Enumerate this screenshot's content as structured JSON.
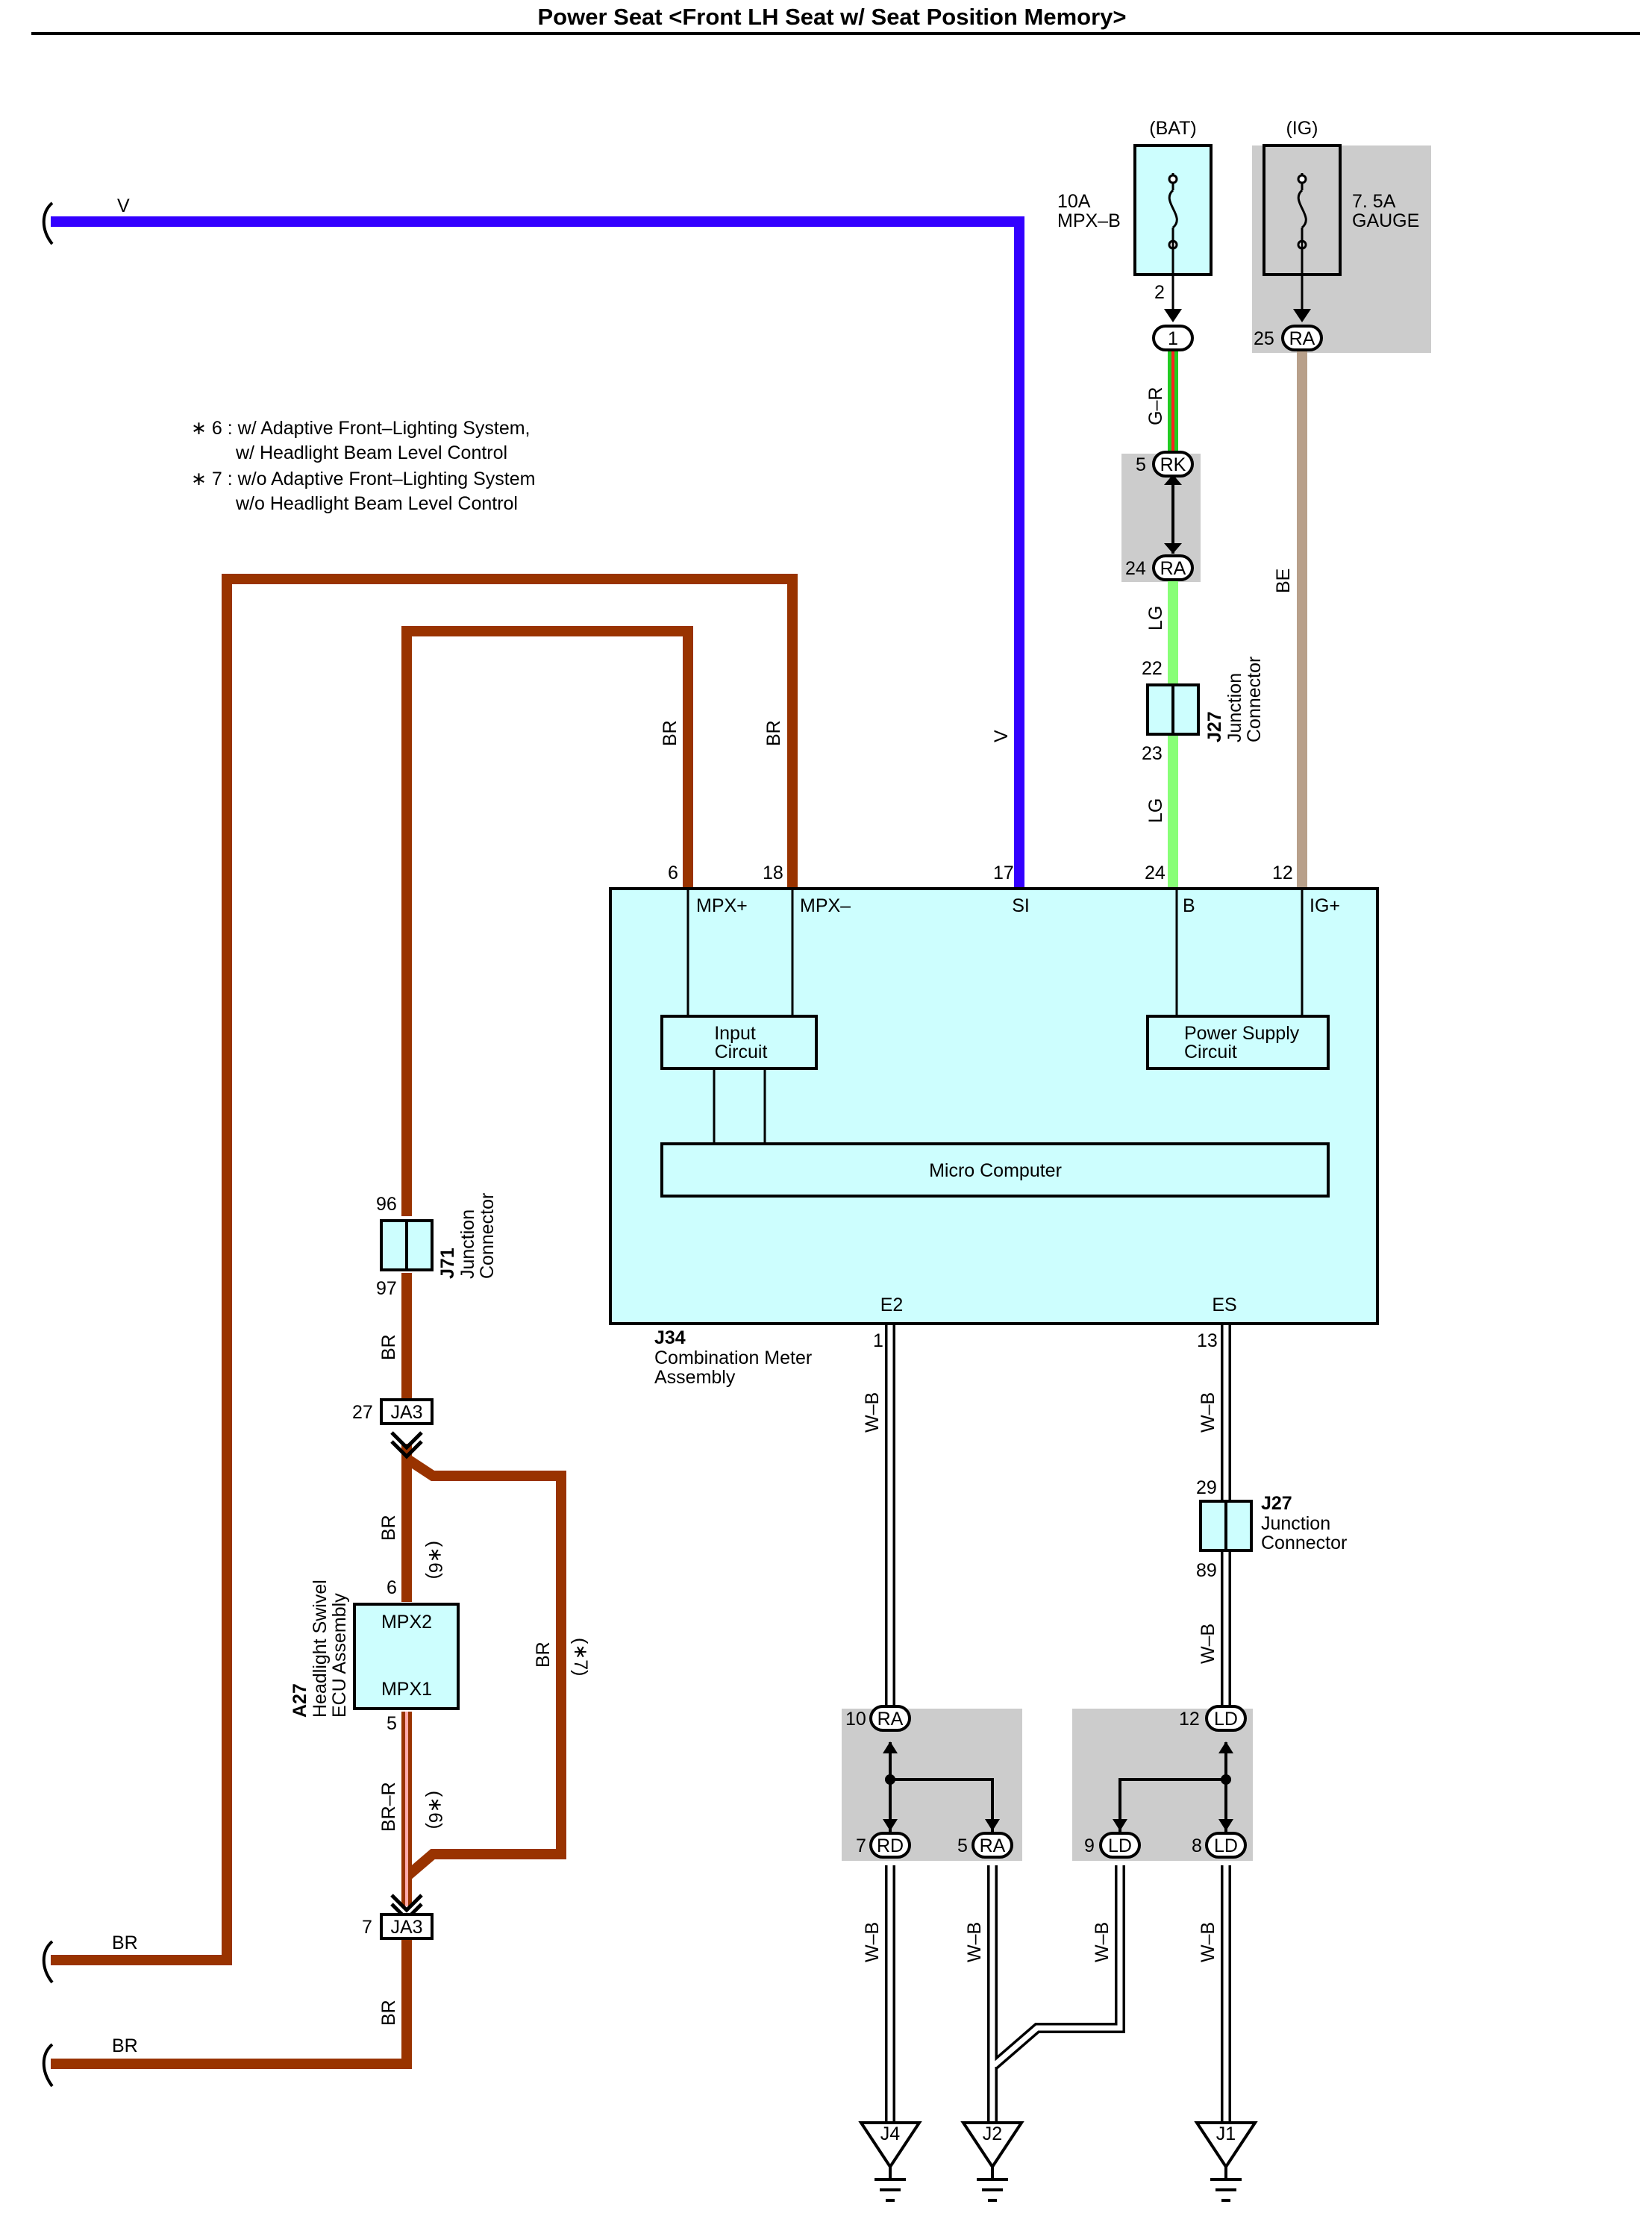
{
  "title": "Power Seat <Front LH Seat w/ Seat Position Memory>",
  "colors": {
    "V": "#3300ff",
    "BR": "#993300",
    "LG": "#88ff77",
    "BE": "#b8a08a",
    "W-B": "#ffffff",
    "component_fill": "#cdfefe",
    "shade": "#cccccc"
  },
  "notes": {
    "n6a": "∗ 6 : w/ Adaptive Front–Lighting System,",
    "n6b": "w/ Headlight Beam Level Control",
    "n7a": "∗ 7 : w/o Adaptive Front–Lighting System",
    "n7b": "w/o Headlight Beam Level Control"
  },
  "fuses": {
    "bat": {
      "source": "(BAT)",
      "rating": "10A",
      "name": "MPX–B",
      "pin": "2"
    },
    "ig": {
      "source": "(IG)",
      "rating": "7. 5A",
      "name": "GAUGE"
    }
  },
  "connectors": {
    "c1": {
      "pin": "1"
    },
    "ra25": {
      "pin": "25",
      "code": "RA"
    },
    "rk5": {
      "pin": "5",
      "code": "RK"
    },
    "ra24": {
      "pin": "24",
      "code": "RA"
    },
    "ja3a": {
      "pin": "27",
      "code": "JA3"
    },
    "ja3b": {
      "pin": "7",
      "code": "JA3"
    },
    "ra10": {
      "pin": "10",
      "code": "RA"
    },
    "rd7": {
      "pin": "7",
      "code": "RD"
    },
    "ra5": {
      "pin": "5",
      "code": "RA"
    },
    "ld12": {
      "pin": "12",
      "code": "LD"
    },
    "ld9": {
      "pin": "9",
      "code": "LD"
    },
    "ld8": {
      "pin": "8",
      "code": "LD"
    }
  },
  "wires": {
    "v_left": "V",
    "v_vert": "V",
    "gr": "G–R",
    "lg1": "LG",
    "lg2": "LG",
    "be": "BE",
    "br1": "BR",
    "br2": "BR",
    "br3": "BR",
    "br4": "BR",
    "br5": "BR",
    "brr": "BR–R",
    "br_left1": "BR",
    "br_left2": "BR",
    "wb1": "W–B",
    "wb2": "W–B",
    "wb3": "W–B",
    "wb4": "W–B",
    "wb5": "W–B",
    "wb6": "W–B",
    "wb7": "W–B",
    "opt6a": "(∗6)",
    "opt6b": "(∗6)",
    "opt7": "(∗7)"
  },
  "j27_top": {
    "code": "J27",
    "name1": "Junction",
    "name2": "Connector",
    "pin_in": "22",
    "pin_out": "23"
  },
  "j27_bot": {
    "code": "J27",
    "name1": "Junction",
    "name2": "Connector",
    "pin_in": "29",
    "pin_out": "89"
  },
  "j71": {
    "code": "J71",
    "name1": "Junction",
    "name2": "Connector",
    "pin_in": "96",
    "pin_out": "97"
  },
  "meter": {
    "code": "J34",
    "name1": "Combination Meter",
    "name2": "Assembly",
    "pins": {
      "mpxp": {
        "num": "6",
        "label": "MPX+"
      },
      "mpxm": {
        "num": "18",
        "label": "MPX–"
      },
      "si": {
        "num": "17",
        "label": "SI"
      },
      "b": {
        "num": "24",
        "label": "B"
      },
      "ig": {
        "num": "12",
        "label": "IG+"
      },
      "e2": {
        "num": "1",
        "label": "E2"
      },
      "es": {
        "num": "13",
        "label": "ES"
      }
    },
    "input_circuit": [
      "Input",
      "Circuit"
    ],
    "power_circuit": [
      "Power Supply",
      "Circuit"
    ],
    "micro": "Micro Computer"
  },
  "swivel": {
    "code": "A27",
    "name1": "Headlight Swivel",
    "name2": "ECU Assembly",
    "pin_top": "6",
    "pin_top_label": "MPX2",
    "pin_bot": "5",
    "pin_bot_label": "MPX1"
  },
  "grounds": {
    "g1": "J4",
    "g2": "J2",
    "g3": "J1"
  }
}
